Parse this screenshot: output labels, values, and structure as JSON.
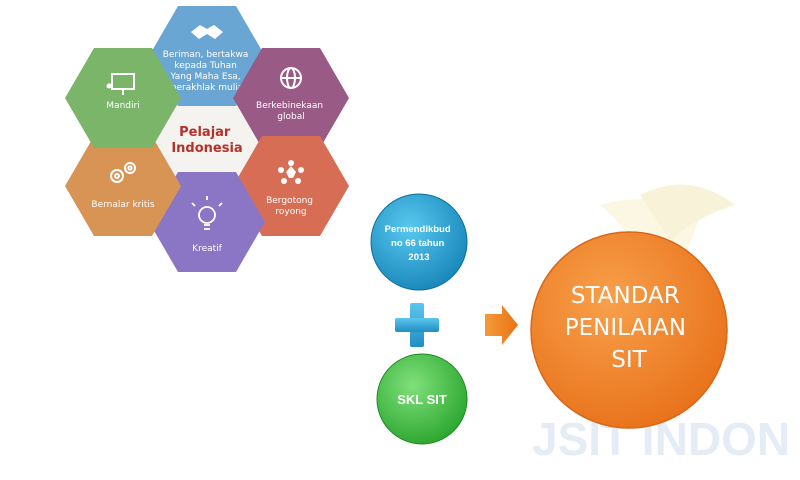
{
  "profile": {
    "center": {
      "line1": "Pelajar",
      "line2": "Indonesia"
    },
    "hexes": [
      {
        "id": "beriman",
        "lines": [
          "Beriman, bertakwa",
          "kepada Tuhan",
          "Yang Maha Esa,",
          "berakhlak mulia"
        ],
        "color": "#6aa6d4",
        "icon": "handshake-icon"
      },
      {
        "id": "berkebinekaan",
        "lines": [
          "Berkebinekaan",
          "global"
        ],
        "color": "#9a5a86",
        "icon": "globe-icon"
      },
      {
        "id": "gotong-royong",
        "lines": [
          "Bergotong",
          "royong"
        ],
        "color": "#d86d55",
        "icon": "people-circle-icon"
      },
      {
        "id": "kreatif",
        "lines": [
          "Kreatif"
        ],
        "color": "#8a76c4",
        "icon": "lightbulb-icon"
      },
      {
        "id": "bernalar",
        "lines": [
          "Bernalar kritis"
        ],
        "color": "#d89455",
        "icon": "gears-icon"
      },
      {
        "id": "mandiri",
        "lines": [
          "Mandiri"
        ],
        "color": "#7bb56a",
        "icon": "presentation-icon"
      }
    ]
  },
  "flow": {
    "permendikbud": {
      "lines": [
        "Permendikbud",
        "no 66 tahun",
        "2013"
      ],
      "color": "#1f9fd0"
    },
    "plus": {
      "icon": "plus-icon",
      "color": "#2aa6d6"
    },
    "skl": {
      "label": "SKL SIT",
      "color": "#48c44a"
    },
    "arrow": {
      "icon": "arrow-right-icon",
      "color": "#f08a2c"
    },
    "result": {
      "lines": [
        "STANDAR",
        "PENILAIAN",
        "SIT"
      ],
      "color": "#f0862a"
    }
  },
  "watermark": {
    "text": "JSIT INDON",
    "color": "#e6ecf6"
  }
}
